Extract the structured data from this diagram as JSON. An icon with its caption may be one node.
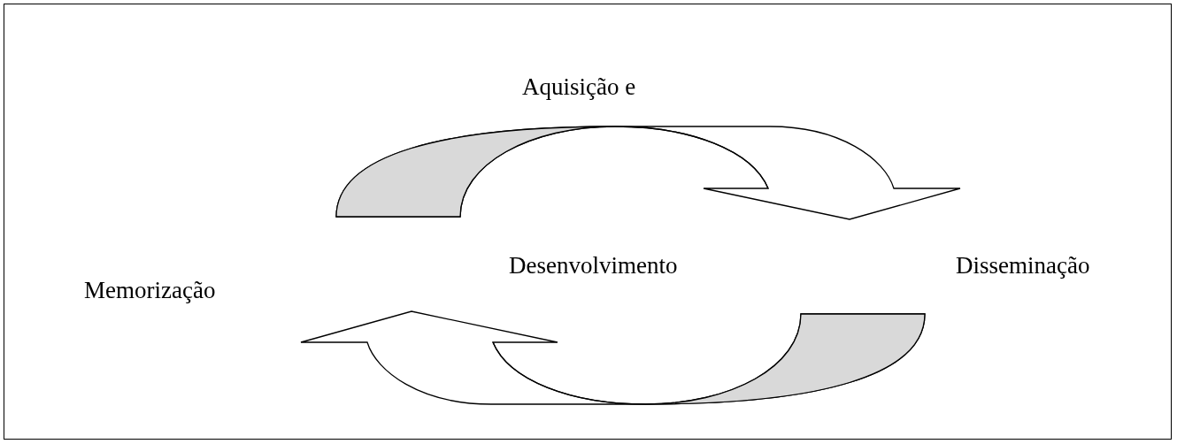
{
  "diagram": {
    "nodes": [
      {
        "text": [
          "Aquisição e"
        ]
      },
      {
        "text": [
          "Memorização"
        ]
      },
      {
        "text": [
          "Desenvolvimento"
        ]
      },
      {
        "text": [
          "Disseminação"
        ]
      }
    ]
  }
}
